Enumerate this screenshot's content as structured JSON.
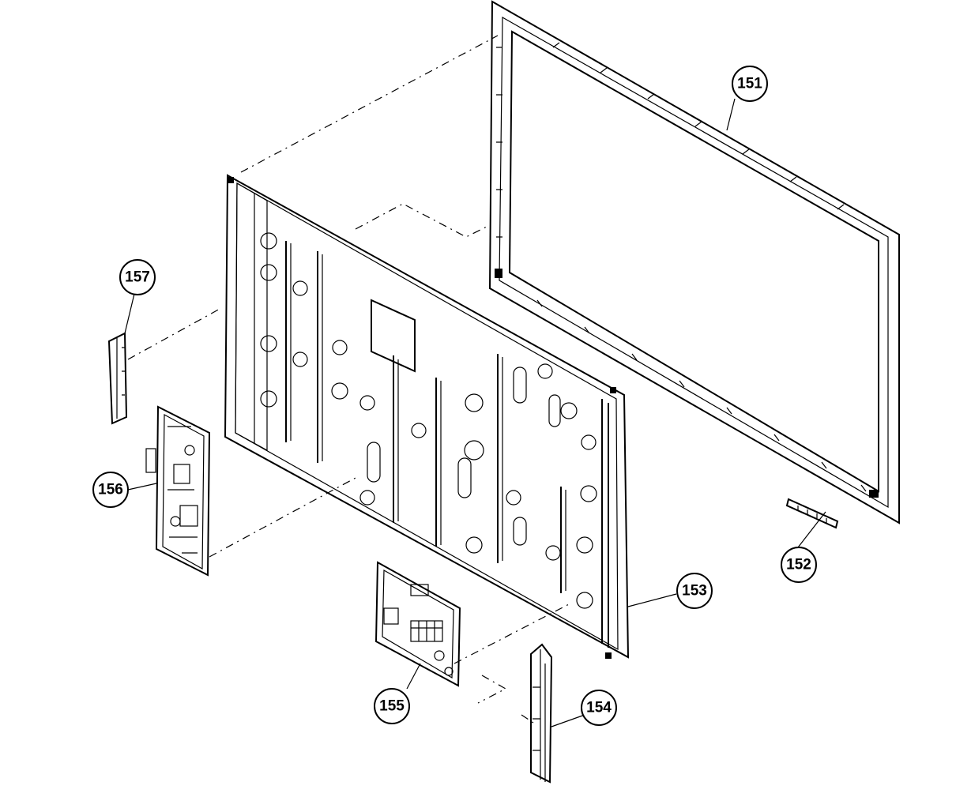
{
  "callouts": [
    {
      "id": "151",
      "label": "151",
      "part": "front-bezel-frame"
    },
    {
      "id": "152",
      "label": "152",
      "part": "small-led-board"
    },
    {
      "id": "153",
      "label": "153",
      "part": "rear-chassis-panel"
    },
    {
      "id": "154",
      "label": "154",
      "part": "side-bracket"
    },
    {
      "id": "155",
      "label": "155",
      "part": "signal-board"
    },
    {
      "id": "156",
      "label": "156",
      "part": "power-board"
    },
    {
      "id": "157",
      "label": "157",
      "part": "small-side-board"
    }
  ],
  "colors": {
    "line": "#000000",
    "background": "#ffffff"
  }
}
